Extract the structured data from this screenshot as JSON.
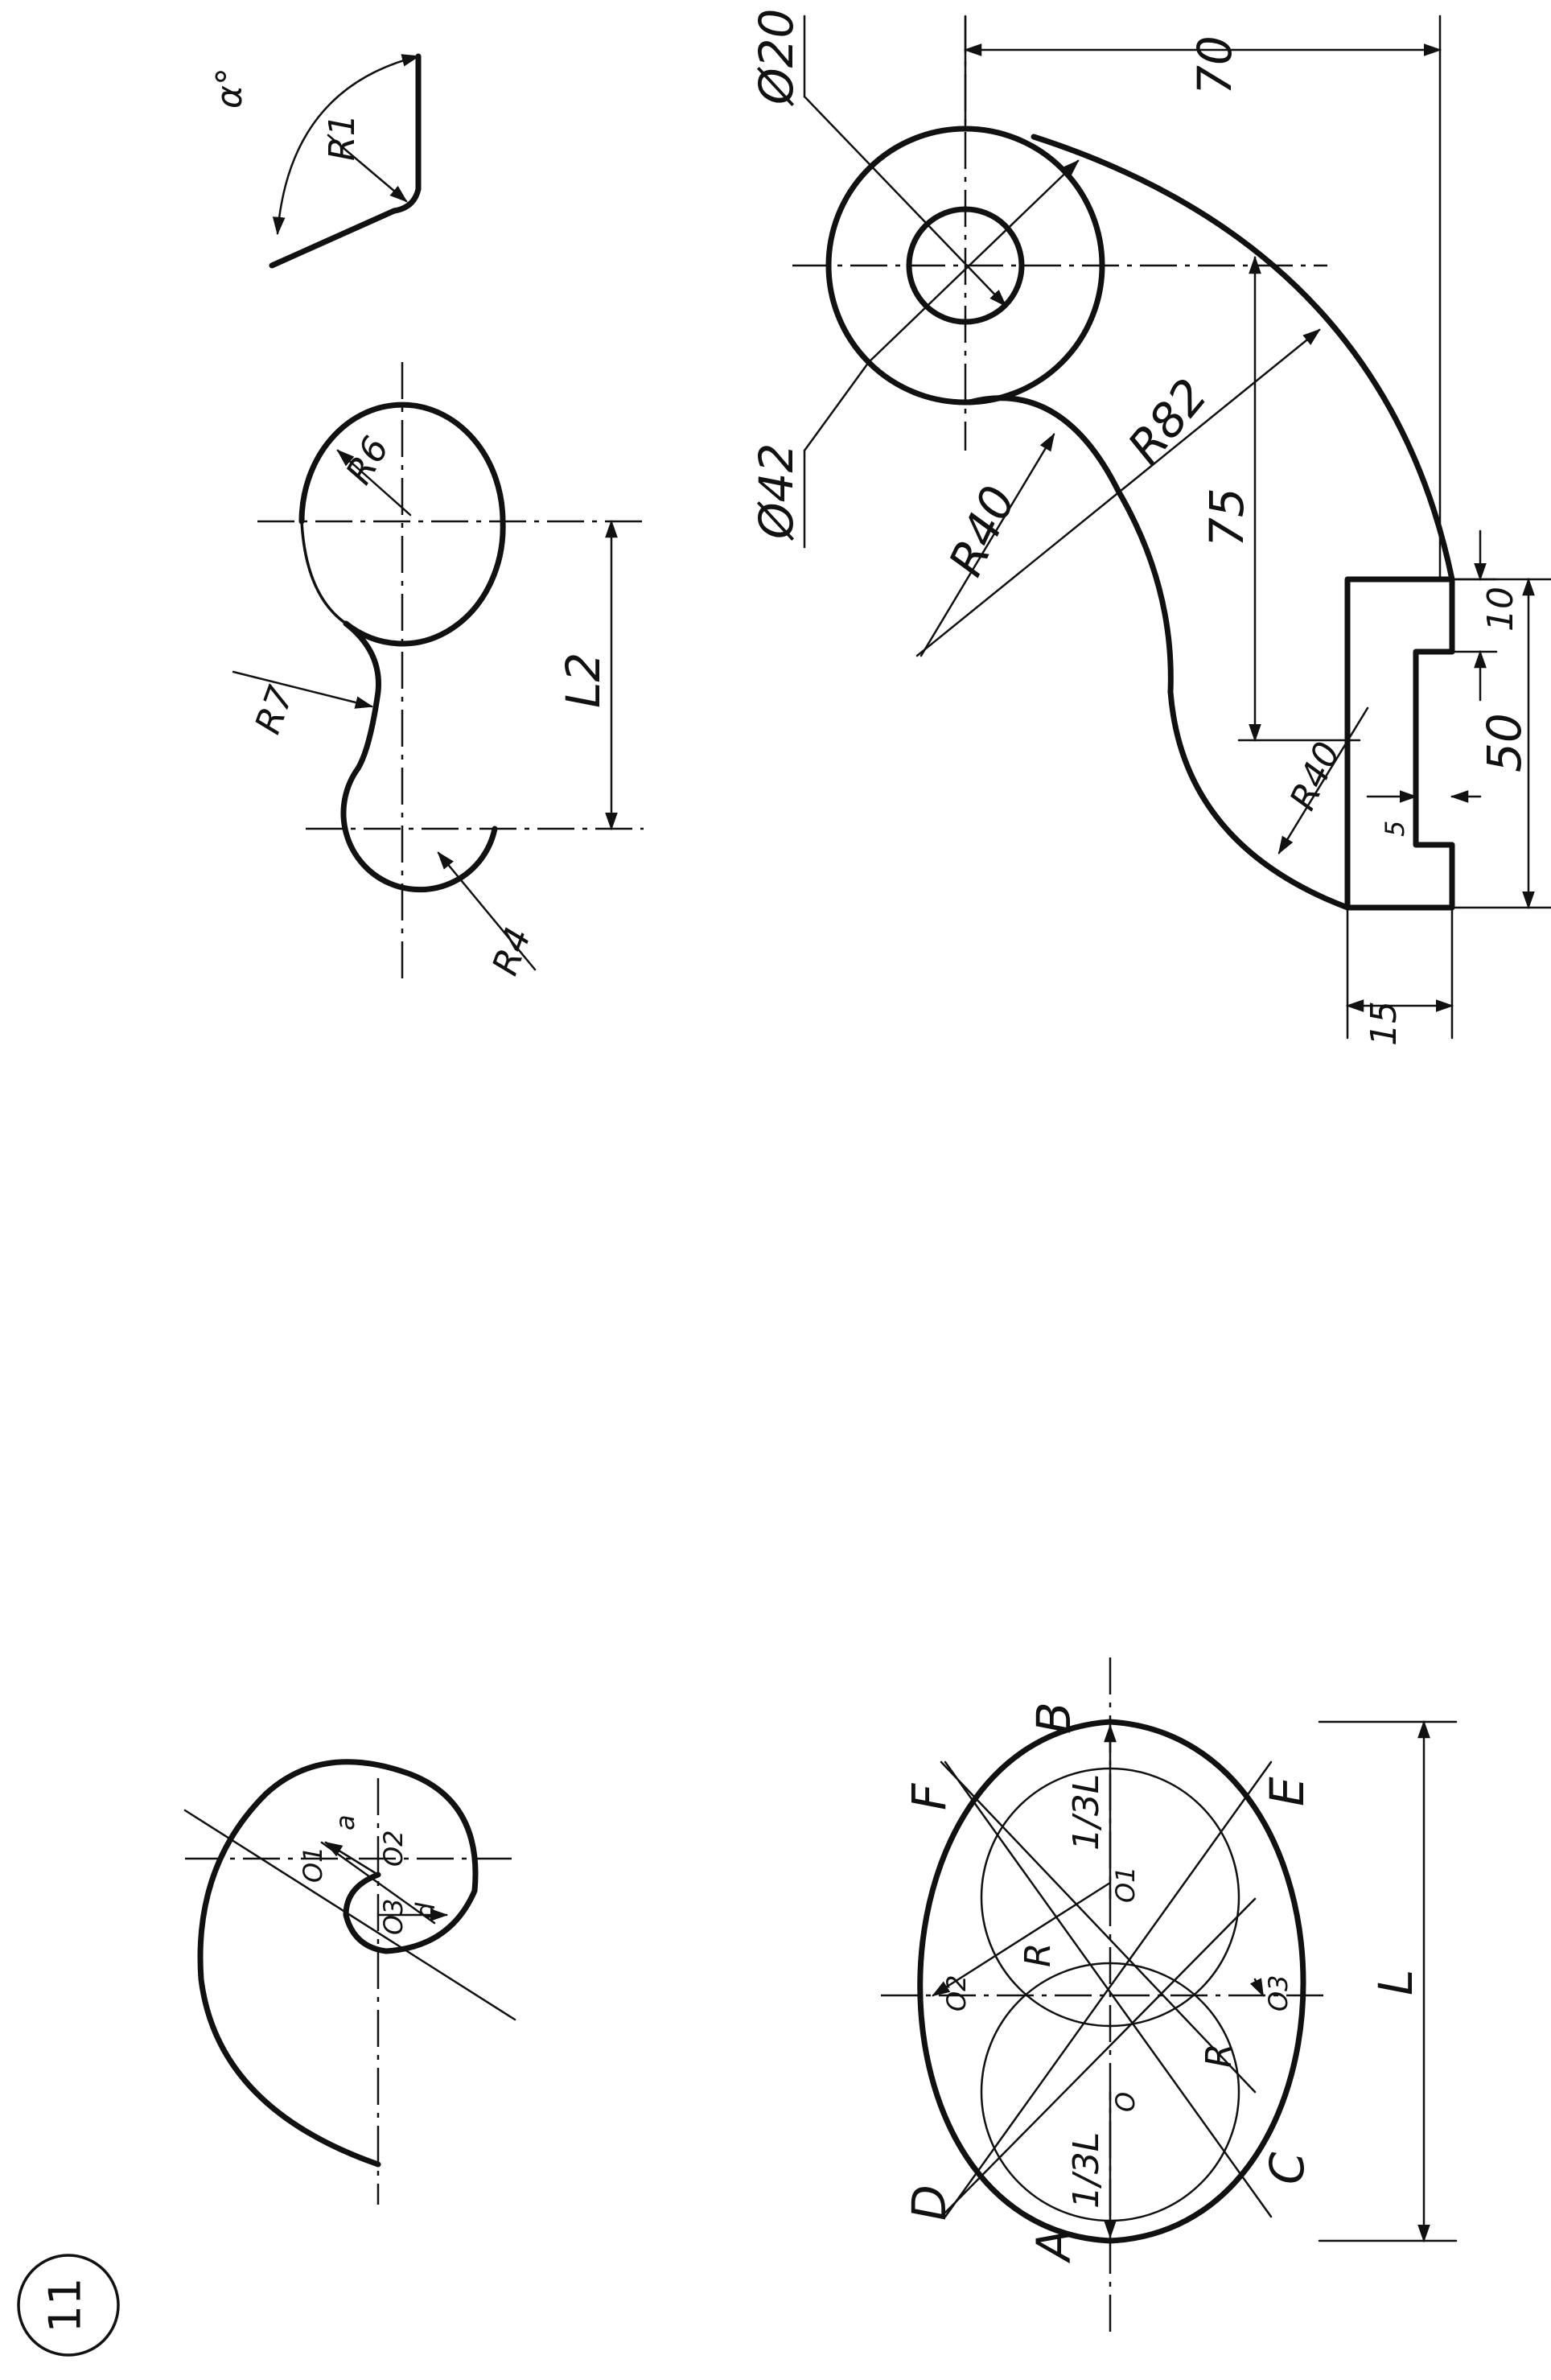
{
  "page_number": "11",
  "fig_rounding": {
    "radius": "R1",
    "angle": "α°"
  },
  "fig_slot": {
    "r_big": "R6",
    "r_small": "R4",
    "r_arc": "R7",
    "length": "L2"
  },
  "fig_hook": {
    "dia_outer": "Ø42",
    "dia_inner": "Ø20",
    "r_inner_arc": "R40",
    "r_outer_arc": "R82",
    "r_lower_arc": "R40",
    "dim_75": "75",
    "dim_70": "70",
    "dim_10": "10",
    "dim_50": "50",
    "dim_15": "15",
    "dim_5": "5"
  },
  "fig_spiral": {
    "o1": "O1",
    "o2": "O2",
    "o3": "O3",
    "a1": "a",
    "a2": "d"
  },
  "fig_oval": {
    "A": "A",
    "B": "B",
    "C": "C",
    "D": "D",
    "E": "E",
    "F": "F",
    "O": "O",
    "O1": "O1",
    "O2": "O2",
    "O3": "O3",
    "third_left": "1/3L",
    "third_right": "1/3L",
    "R_upper": "R",
    "R_lower": "R",
    "L": "L"
  }
}
